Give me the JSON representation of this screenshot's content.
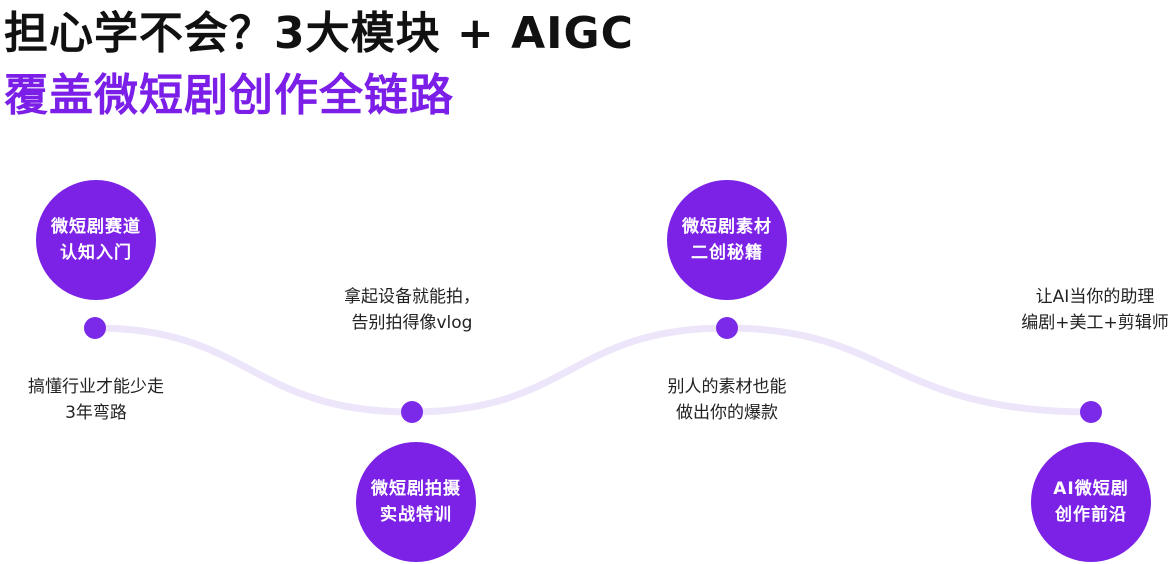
{
  "headline": {
    "line1": "担心学不会？3大模块 + AIGC",
    "line2": "覆盖微短剧创作全链路"
  },
  "colors": {
    "accent": "#7C22E6",
    "path": "#EDE6FA"
  },
  "modules": [
    {
      "line1": "微短剧赛道",
      "line2": "认知入门"
    },
    {
      "line1": "微短剧拍摄",
      "line2": "实战特训"
    },
    {
      "line1": "微短剧素材",
      "line2": "二创秘籍"
    },
    {
      "line1": "AI微短剧",
      "line2": "创作前沿"
    }
  ],
  "benefits": [
    {
      "line1": "搞懂行业才能少走",
      "line2": "3年弯路"
    },
    {
      "line1": "拿起设备就能拍，",
      "line2": "告别拍得像vlog"
    },
    {
      "line1": "别人的素材也能",
      "line2": "做出你的爆款"
    },
    {
      "line1": "让AI当你的助理",
      "line2": "编剧+美工+剪辑师"
    }
  ]
}
